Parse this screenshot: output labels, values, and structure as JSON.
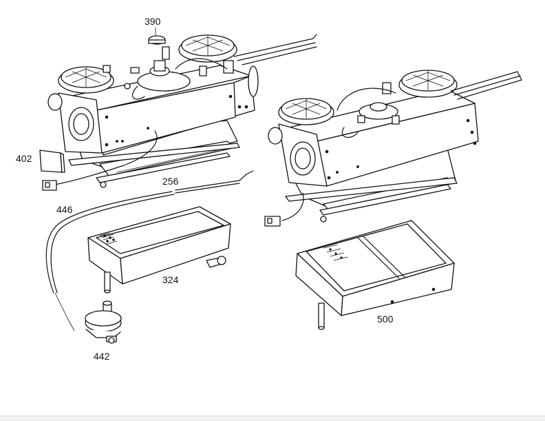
{
  "diagram": {
    "labels": {
      "l390": "390",
      "l402": "402",
      "l256": "256",
      "l446": "446",
      "l324": "324",
      "l442": "442",
      "l500": "500"
    }
  }
}
